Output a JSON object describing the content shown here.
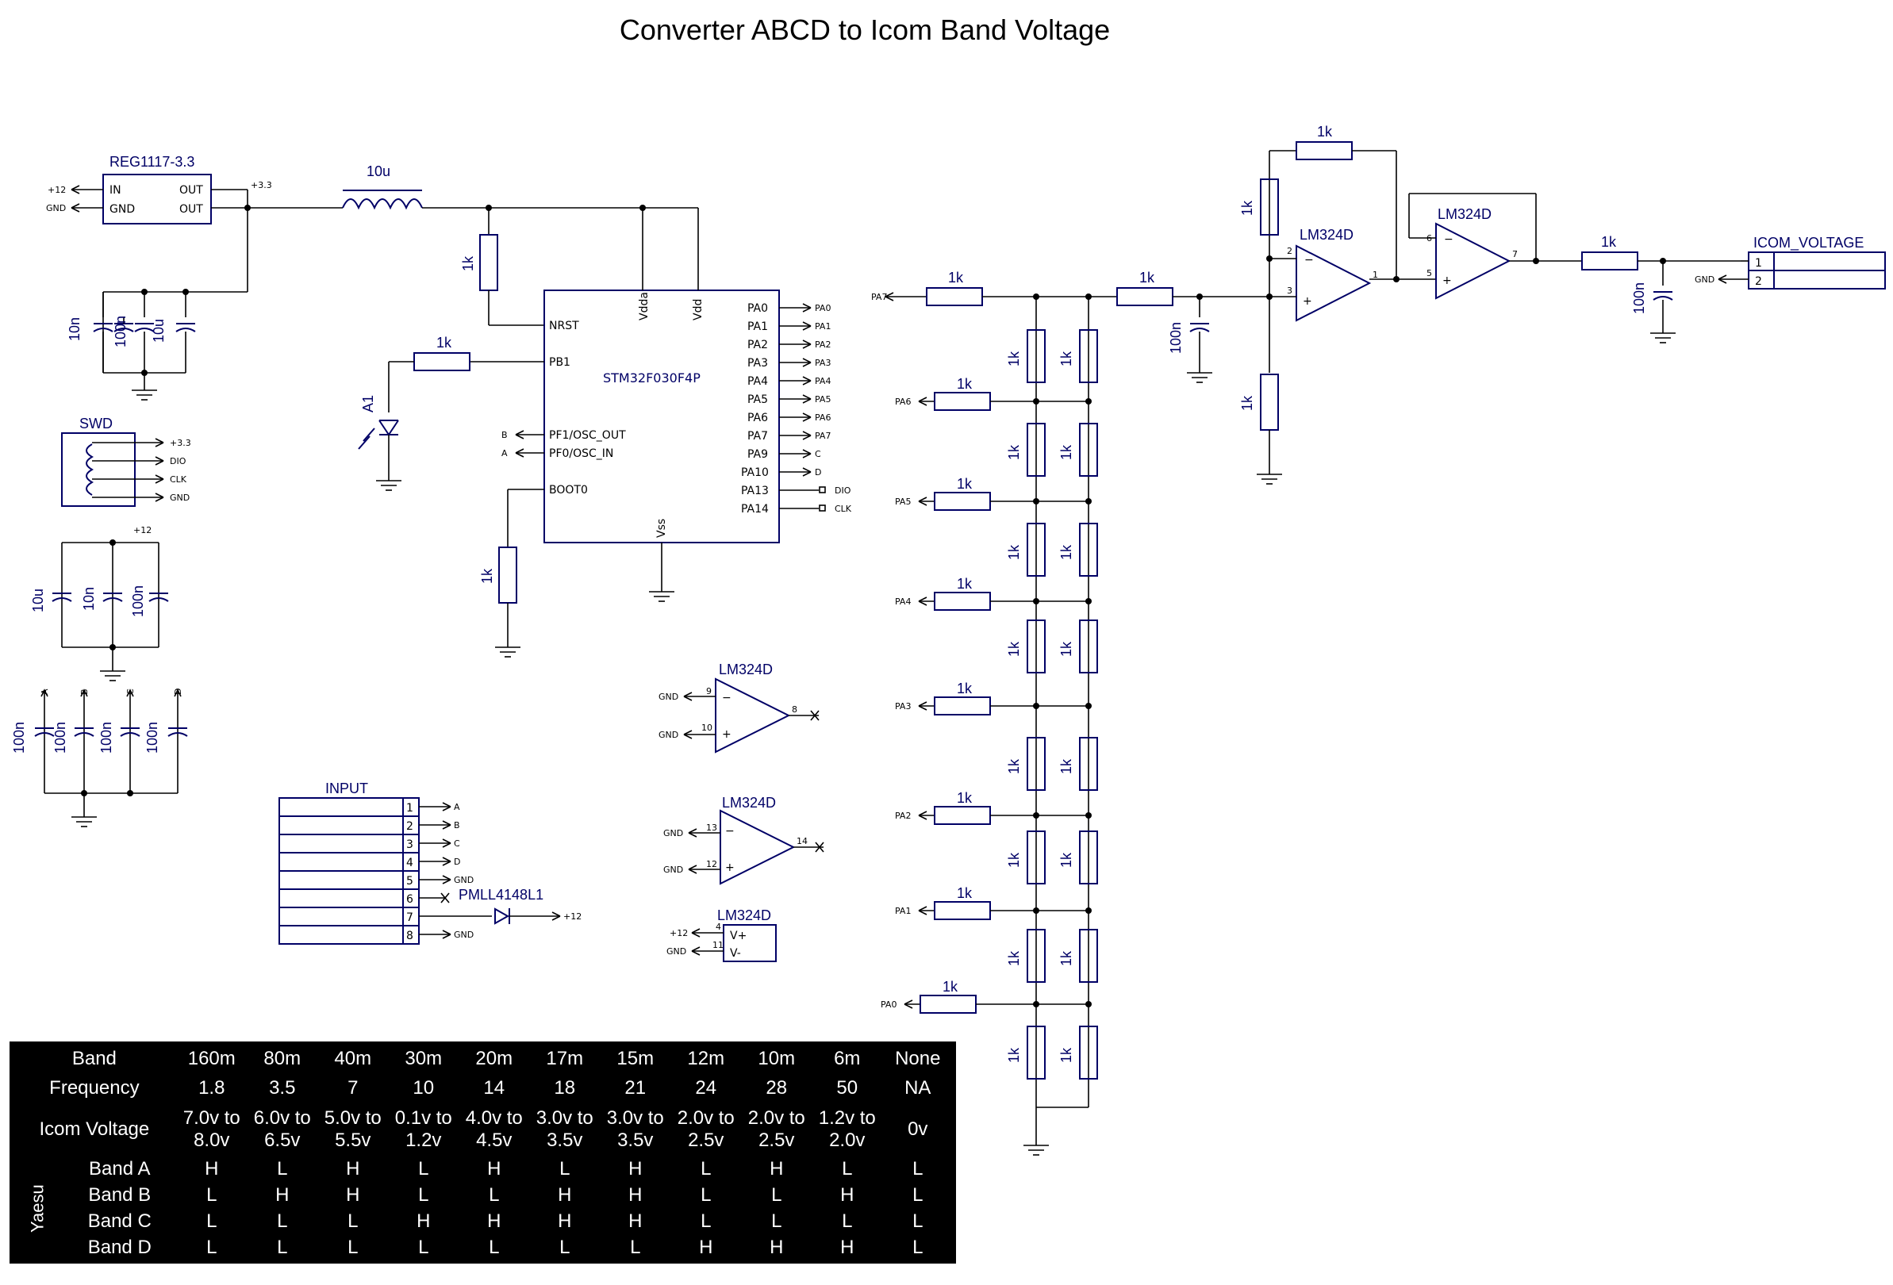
{
  "title": "Converter ABCD to Icom Band Voltage",
  "parts": {
    "regulator": {
      "name": "REG1117-3.3",
      "pins": [
        "IN",
        "GND",
        "OUT",
        "OUT"
      ],
      "nets": [
        "+12",
        "GND",
        "+3.3"
      ]
    },
    "inductor": "10u",
    "mcu": {
      "name": "STM32F030F4P",
      "left_pins": [
        "NRST",
        "PB1",
        "PF1/OSC_OUT",
        "PF0/OSC_IN",
        "BOOT0"
      ],
      "top_pins": [
        "Vdda",
        "Vdd"
      ],
      "bottom_pin": "Vss",
      "right_pins": [
        "PA0",
        "PA1",
        "PA2",
        "PA3",
        "PA4",
        "PA5",
        "PA6",
        "PA7",
        "PA9",
        "PA10",
        "PA13",
        "PA14"
      ],
      "right_nets": [
        "PA0",
        "PA1",
        "PA2",
        "PA3",
        "PA4",
        "PA5",
        "PA6",
        "PA7",
        "C",
        "D",
        "DIO",
        "CLK"
      ],
      "left_nets": [
        "B",
        "A"
      ]
    },
    "led": "A1",
    "swd": {
      "name": "SWD",
      "nets": [
        "+3.3",
        "DIO",
        "CLK",
        "GND"
      ]
    },
    "input": {
      "name": "INPUT",
      "pins": [
        "1",
        "2",
        "3",
        "4",
        "5",
        "6",
        "7",
        "8"
      ],
      "nets": [
        "A",
        "B",
        "C",
        "D",
        "GND",
        "",
        "+12",
        "GND"
      ]
    },
    "diode": "PMLL4148L1",
    "opamp": "LM324D",
    "opamp_pins": {
      "u1_in_minus": "2",
      "u1_in_plus": "3",
      "u1_out": "1",
      "u2_in_minus": "6",
      "u2_in_plus": "5",
      "u2_out": "7",
      "u3_a": "9",
      "u3_b": "10",
      "u3_out": "8",
      "u4_a": "13",
      "u4_b": "12",
      "u4_out": "14",
      "pwr_pos_pin": "4",
      "pwr_neg_pin": "11",
      "pwr_pos": "V+",
      "pwr_neg": "V-"
    },
    "connector": {
      "name": "ICOM_VOLTAGE",
      "pins": [
        "1",
        "2"
      ],
      "nets": [
        "GND"
      ]
    },
    "resistor": "1k",
    "caps": {
      "c10n": "10n",
      "c100n": "100n",
      "c10u": "10u"
    },
    "nets": {
      "p12": "+12",
      "p33": "+3.3",
      "gnd": "GND",
      "a": "A",
      "b": "B",
      "c": "C",
      "d": "D",
      "dio": "DIO",
      "clk": "CLK"
    }
  },
  "table": {
    "headers": [
      "Band",
      "160m",
      "80m",
      "40m",
      "30m",
      "20m",
      "17m",
      "15m",
      "12m",
      "10m",
      "6m",
      "None"
    ],
    "frequency": [
      "Frequency",
      "1.8",
      "3.5",
      "7",
      "10",
      "14",
      "18",
      "21",
      "24",
      "28",
      "50",
      "NA"
    ],
    "voltage_label": "Icom Voltage",
    "voltage": [
      [
        "7.0v to",
        "8.0v"
      ],
      [
        "6.0v to",
        "6.5v"
      ],
      [
        "5.0v to",
        "5.5v"
      ],
      [
        "0.1v to",
        "1.2v"
      ],
      [
        "4.0v to",
        "4.5v"
      ],
      [
        "3.0v to",
        "3.5v"
      ],
      [
        "3.0v to",
        "3.5v"
      ],
      [
        "2.0v to",
        "2.5v"
      ],
      [
        "2.0v to",
        "2.5v"
      ],
      [
        "1.2v to",
        "2.0v"
      ],
      [
        "0v",
        ""
      ]
    ],
    "yaesu_label": "Yaesu",
    "bands": [
      {
        "name": "Band A",
        "values": [
          "H",
          "L",
          "H",
          "L",
          "H",
          "L",
          "H",
          "L",
          "H",
          "L",
          "L"
        ]
      },
      {
        "name": "Band B",
        "values": [
          "L",
          "H",
          "H",
          "L",
          "L",
          "H",
          "H",
          "L",
          "L",
          "H",
          "L"
        ]
      },
      {
        "name": "Band C",
        "values": [
          "L",
          "L",
          "L",
          "H",
          "H",
          "H",
          "H",
          "L",
          "L",
          "L",
          "L"
        ]
      },
      {
        "name": "Band D",
        "values": [
          "L",
          "L",
          "L",
          "L",
          "L",
          "L",
          "L",
          "H",
          "H",
          "H",
          "L"
        ]
      }
    ]
  }
}
